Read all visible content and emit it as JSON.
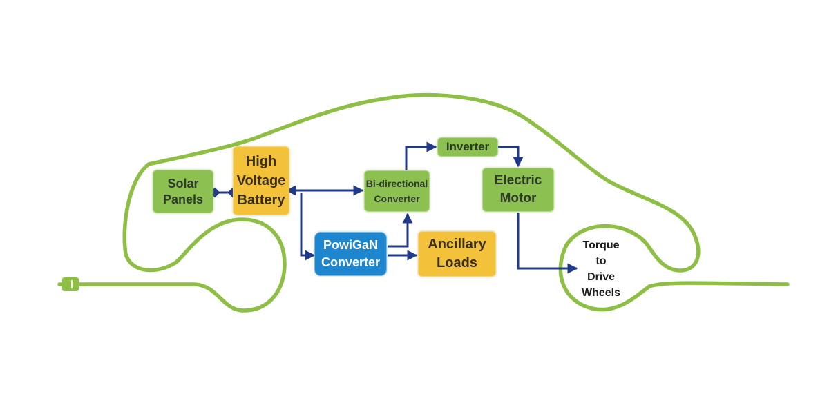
{
  "colors": {
    "outline": "#8dbf45",
    "arrow": "#1f3a8a",
    "green_block": "#8cc152",
    "orange_block": "#f3c23a",
    "blue_block": "#1e86cf"
  },
  "blocks": {
    "solar_panels": "Solar\nPanels",
    "battery": "High\nVoltage\nBattery",
    "bidirectional": "Bi-directional\nConverter",
    "inverter": "Inverter",
    "motor": "Electric\nMotor",
    "powigan": "PowiGaN\nConverter",
    "ancillary": "Ancillary\nLoads"
  },
  "wheel_label": "Torque\nto\nDrive\nWheels"
}
